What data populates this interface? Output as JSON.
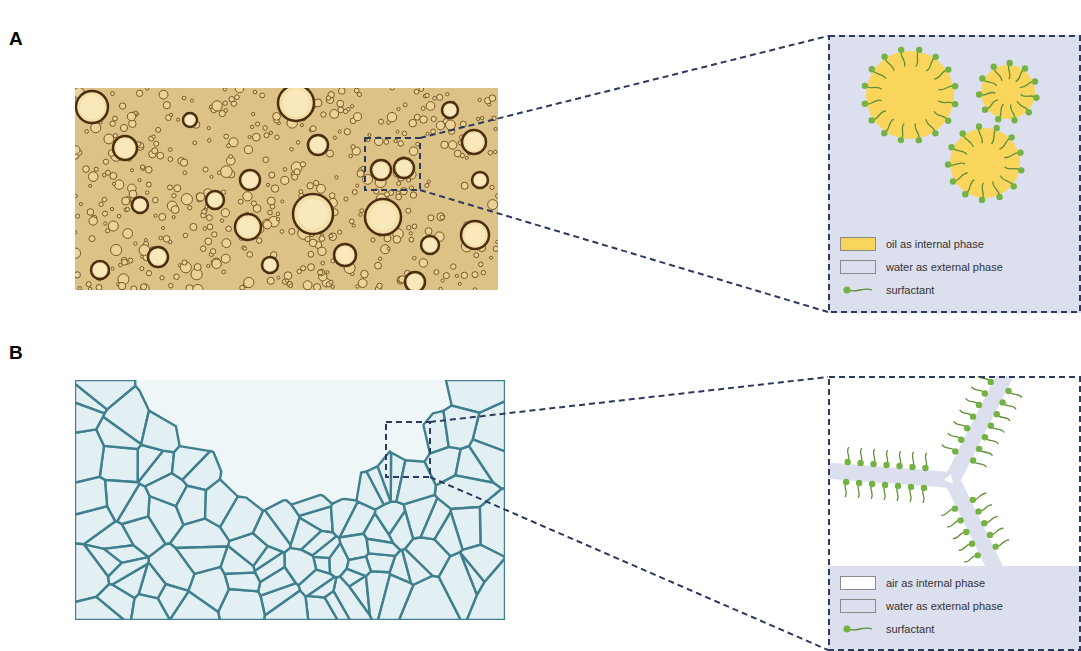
{
  "diagram": {
    "labels": [
      "A",
      "B"
    ],
    "legend": [
      {
        "text": "oil as internal phase",
        "color": "#f9d55b"
      },
      {
        "text": "water as external phase",
        "color": "#dcdfee"
      },
      {
        "text": "surfactant"
      },
      {
        "text": "air as internal phase",
        "color": "#ffffff"
      },
      {
        "text": "water as external phase",
        "color": "#dcdfee"
      },
      {
        "text": "surfactant"
      }
    ]
  }
}
